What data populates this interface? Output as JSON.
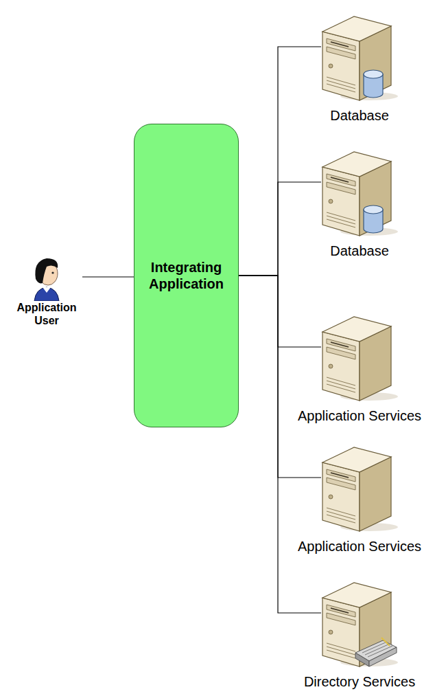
{
  "diagram": {
    "nodes": [
      {
        "text": [
          "Application User"
        ]
      },
      {
        "text": [
          "Integrating Application"
        ]
      },
      {
        "text": [
          "Database"
        ]
      },
      {
        "text": [
          "Database"
        ]
      },
      {
        "text": [
          "Application Services"
        ]
      },
      {
        "text": [
          "Application Services"
        ]
      },
      {
        "text": [
          "Directory Services"
        ]
      }
    ],
    "edges": [
      {
        "from": 0,
        "to": 1,
        "arrow": "none"
      },
      {
        "from": 1,
        "to": 2,
        "arrow": "none"
      },
      {
        "from": 1,
        "to": 3,
        "arrow": "none"
      },
      {
        "from": 1,
        "to": 4,
        "arrow": "none"
      },
      {
        "from": 1,
        "to": 5,
        "arrow": "none"
      },
      {
        "from": 1,
        "to": 6,
        "arrow": "none"
      }
    ]
  }
}
